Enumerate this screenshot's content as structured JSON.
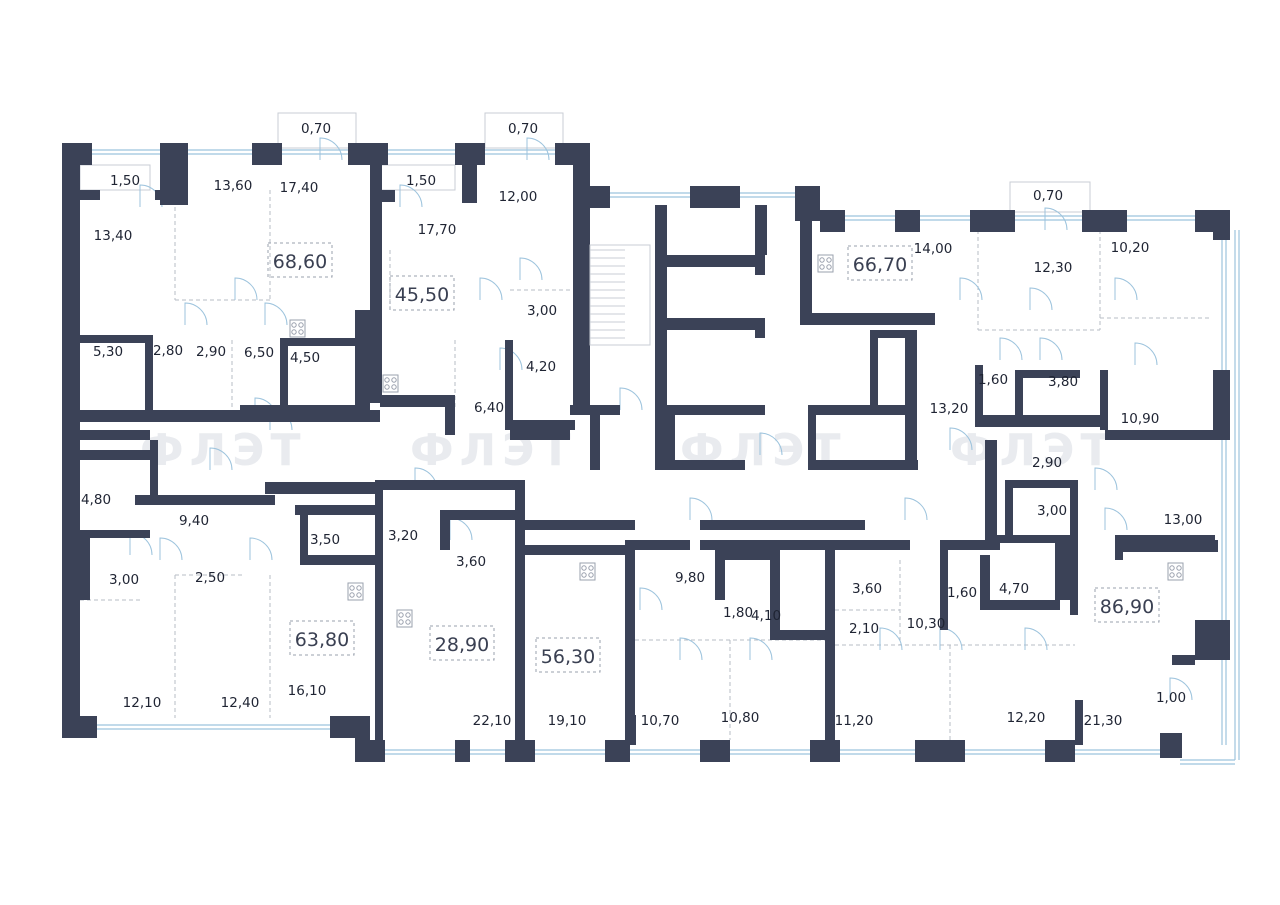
{
  "watermark": "ФЛЭТ",
  "colors": {
    "wall": "#3b4257",
    "window": "#9cc3dd",
    "text": "#1f2433"
  },
  "apartments": [
    {
      "total": "68,60"
    },
    {
      "total": "45,50"
    },
    {
      "total": "66,70"
    },
    {
      "total": "63,80"
    },
    {
      "total": "28,90"
    },
    {
      "total": "56,30"
    },
    {
      "total": "86,90"
    }
  ],
  "rooms": [
    "0,70",
    "0,70",
    "0,70",
    "1,50",
    "13,60",
    "17,40",
    "13,40",
    "5,30",
    "2,80",
    "2,90",
    "6,50",
    "4,50",
    "1,50",
    "17,70",
    "12,00",
    "3,00",
    "4,20",
    "6,40",
    "14,00",
    "12,30",
    "10,20",
    "1,60",
    "3,80",
    "13,20",
    "10,90",
    "4,80",
    "9,40",
    "3,50",
    "3,00",
    "2,50",
    "12,10",
    "12,40",
    "16,10",
    "3,20",
    "3,60",
    "22,10",
    "19,10",
    "9,80",
    "1,80",
    "4,10",
    "10,70",
    "10,80",
    "3,60",
    "2,10",
    "10,30",
    "1,60",
    "4,70",
    "11,20",
    "12,20",
    "2,90",
    "3,00",
    "13,00",
    "21,30",
    "1,00"
  ]
}
